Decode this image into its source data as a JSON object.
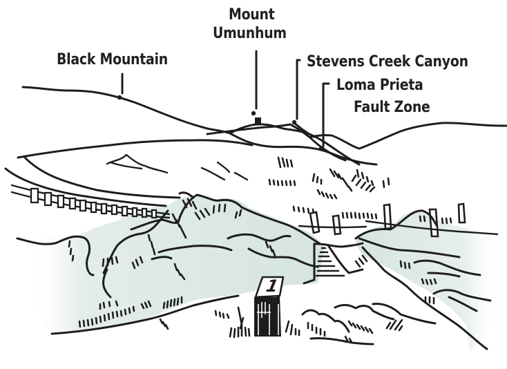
{
  "illustration": {
    "subject": "trail viewpoint landscape sketch",
    "colors": {
      "ink": "#1e1d1b",
      "shade": "#dbe7e2",
      "background": "#ffffff"
    },
    "labels": {
      "black_mountain": "Black Mountain",
      "mount_umunhum_line1": "Mount",
      "mount_umunhum_line2": "Umunhum",
      "stevens_creek_canyon": "Stevens Creek Canyon",
      "loma_prieta_line1": "Loma Prieta",
      "loma_prieta_line2": "Fault Zone"
    },
    "trail_marker": {
      "number": "1"
    }
  }
}
